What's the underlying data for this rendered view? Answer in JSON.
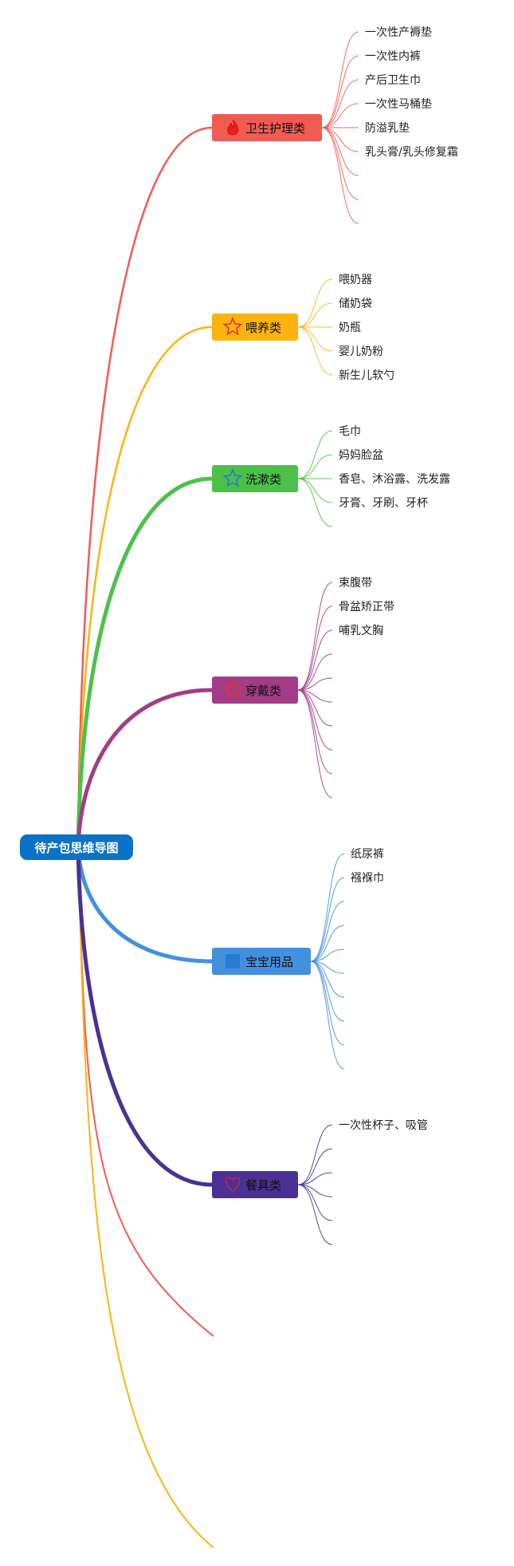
{
  "root": {
    "label": "待产包思维导图",
    "color": "#0a73c7"
  },
  "branches": [
    {
      "label": "卫生护理类",
      "color": "#f35b52",
      "icon": "flame-icon",
      "items": [
        "一次性产褥垫",
        "一次性内裤",
        "产后卫生巾",
        "一次性马桶垫",
        "防溢乳垫",
        "乳头膏/乳头修复霜",
        "",
        "",
        ""
      ]
    },
    {
      "label": "喂养类",
      "color": "#fbb40f",
      "icon": "star-outline-icon",
      "items": [
        "喂奶器",
        "储奶袋",
        "奶瓶",
        "婴儿奶粉",
        "新生儿软勺"
      ]
    },
    {
      "label": "洗漱类",
      "color": "#4cc14a",
      "icon": "star-outline-icon",
      "items": [
        "毛巾",
        "妈妈脸盆",
        "香皂、沐浴露、洗发露",
        "牙膏、牙刷、牙杯",
        ""
      ]
    },
    {
      "label": "穿戴类",
      "color": "#a23d85",
      "icon": "star-outline-icon",
      "items": [
        "束腹带",
        "骨盆矫正带",
        "哺乳文胸",
        "",
        "",
        "",
        "",
        "",
        "",
        ""
      ]
    },
    {
      "label": "宝宝用品",
      "color": "#4490de",
      "icon": "square-icon",
      "items": [
        "纸尿裤",
        "襁褓巾",
        "",
        "",
        "",
        "",
        "",
        "",
        "",
        ""
      ]
    },
    {
      "label": "餐具类",
      "color": "#4a3193",
      "icon": "heart-outline-icon",
      "items": [
        "一次性杯子、吸管",
        "",
        "",
        "",
        "",
        ""
      ]
    }
  ],
  "trailing_links": [
    {
      "color": "#f35b52"
    },
    {
      "color": "#fbb40f"
    }
  ]
}
